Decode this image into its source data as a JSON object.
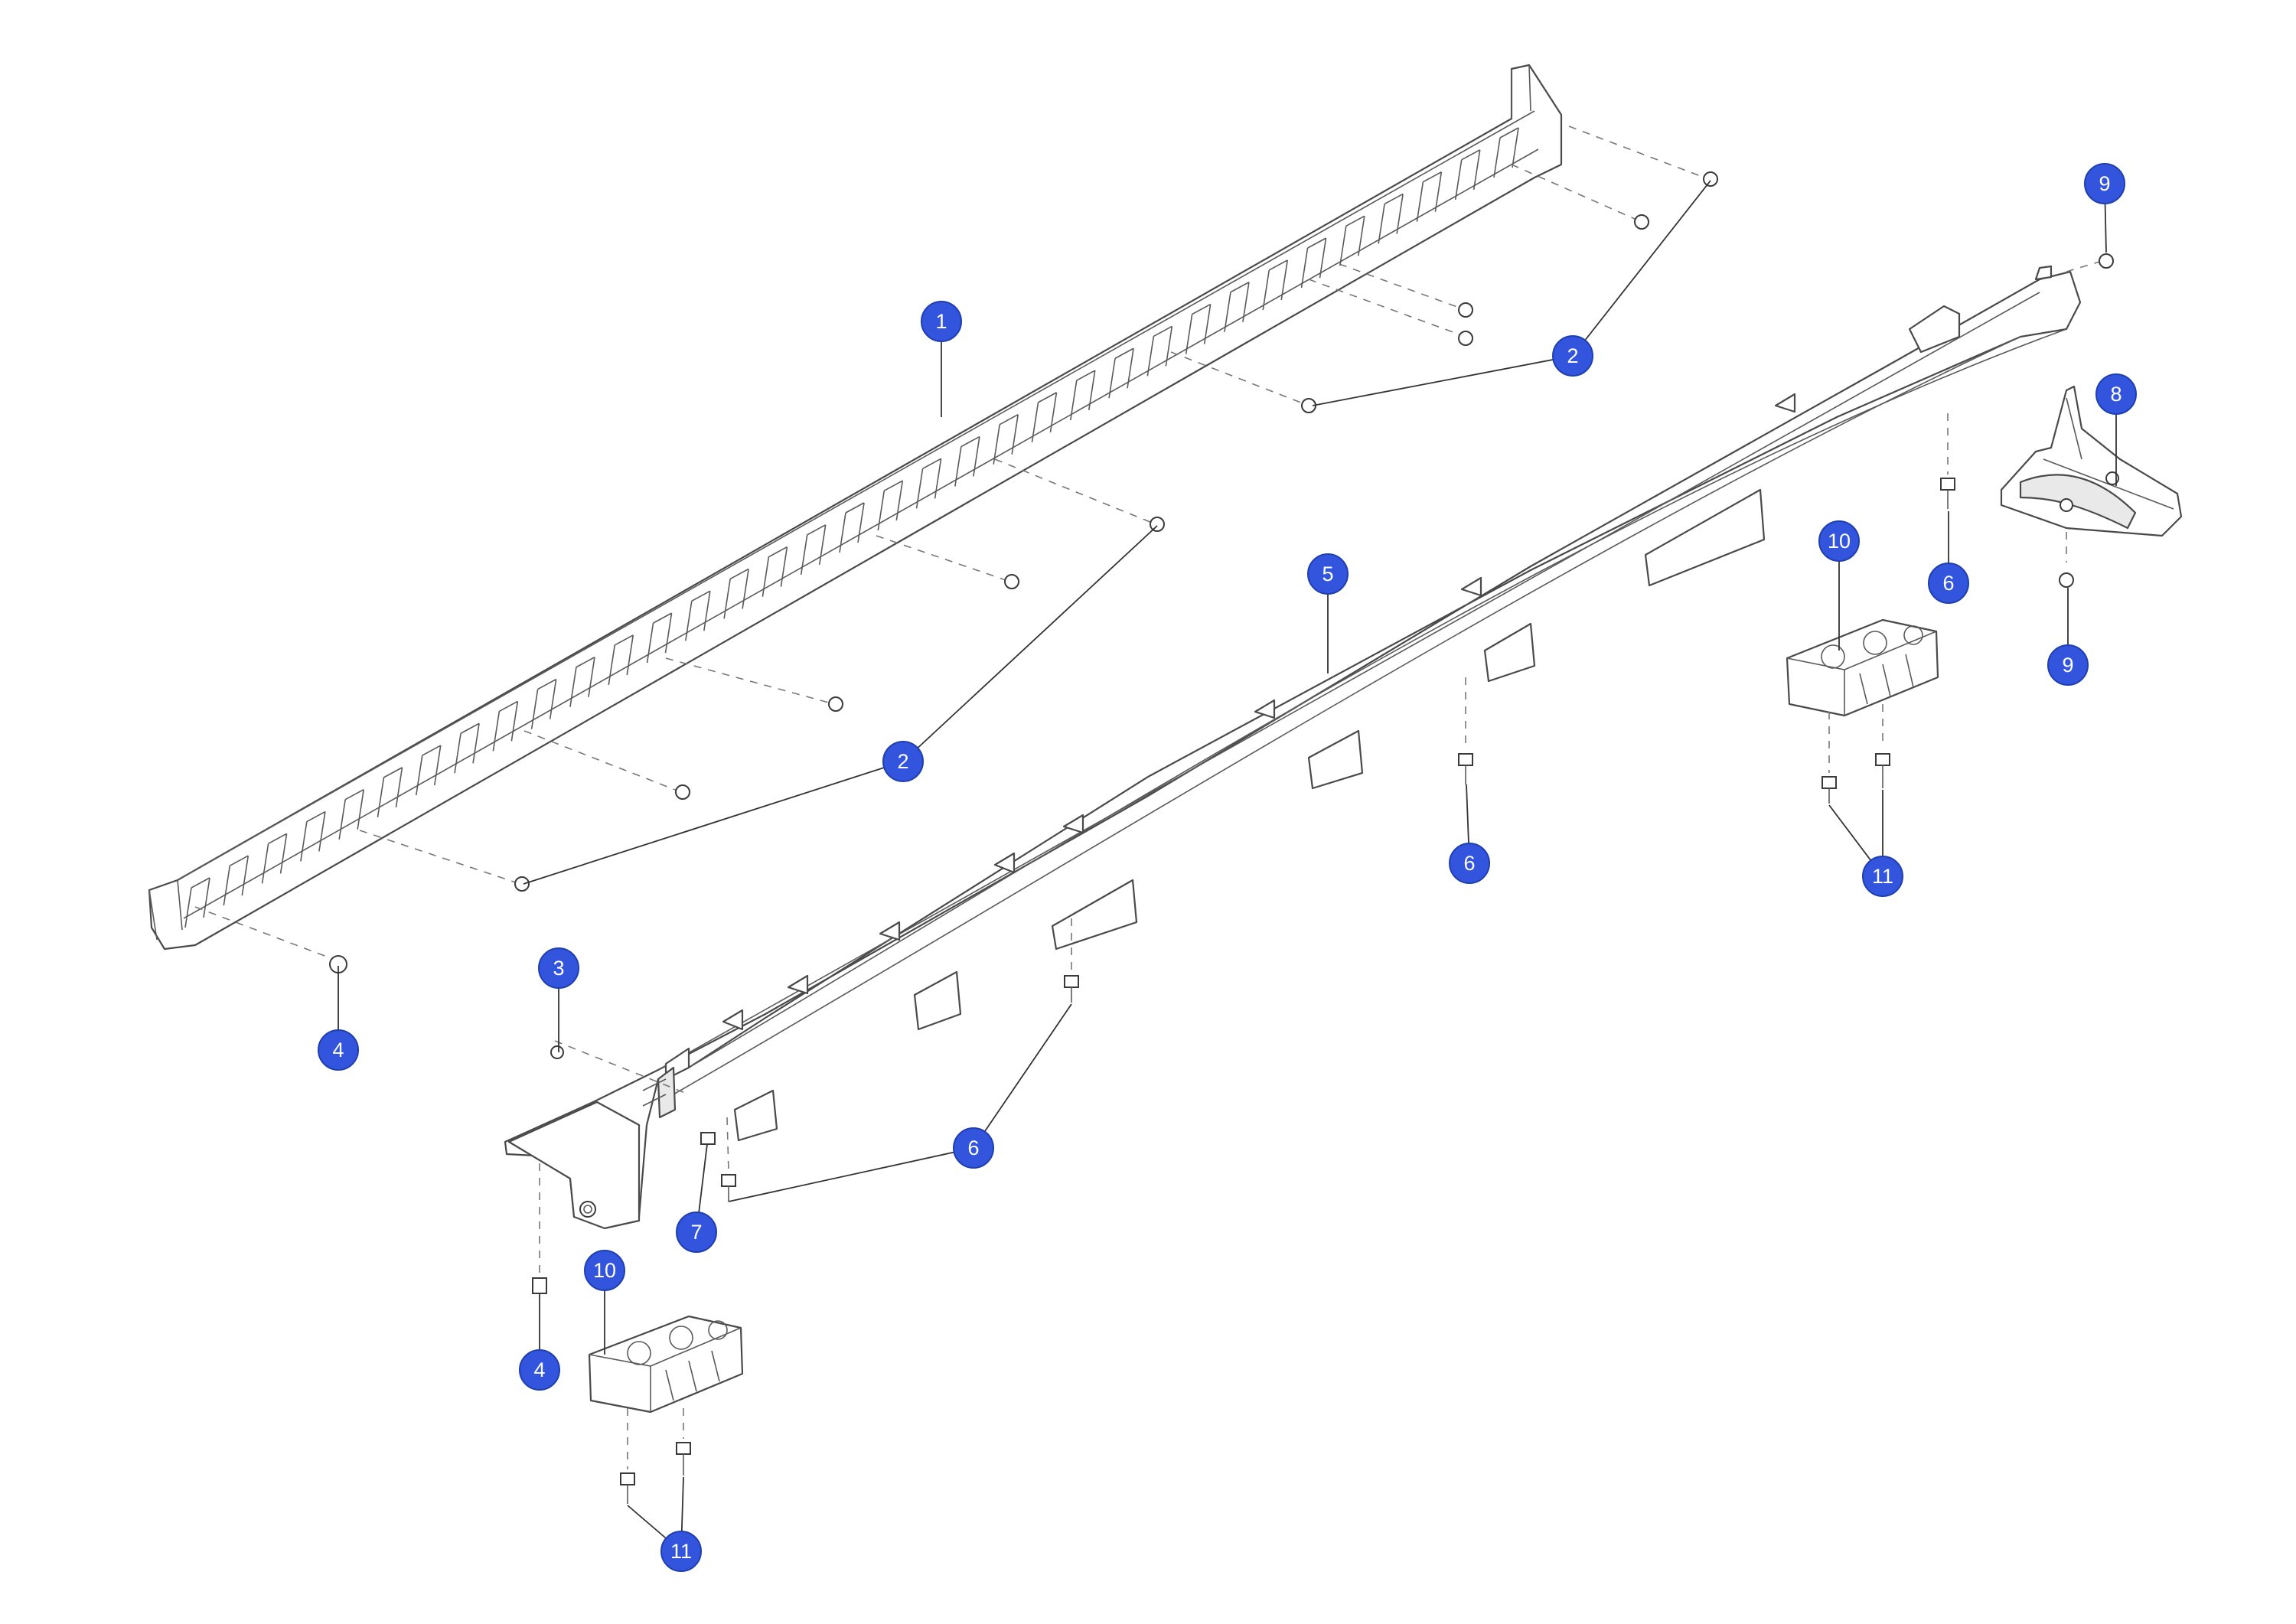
{
  "colors": {
    "callout_fill": "#3355dd",
    "line": "#4a4a4a",
    "background": "#ffffff"
  },
  "callouts": [
    {
      "id": "c1",
      "label": "1"
    },
    {
      "id": "c2a",
      "label": "2"
    },
    {
      "id": "c2b",
      "label": "2"
    },
    {
      "id": "c3",
      "label": "3"
    },
    {
      "id": "c4a",
      "label": "4"
    },
    {
      "id": "c4b",
      "label": "4"
    },
    {
      "id": "c5",
      "label": "5"
    },
    {
      "id": "c6a",
      "label": "6"
    },
    {
      "id": "c6b",
      "label": "6"
    },
    {
      "id": "c6c",
      "label": "6"
    },
    {
      "id": "c7",
      "label": "7"
    },
    {
      "id": "c8",
      "label": "8"
    },
    {
      "id": "c9a",
      "label": "9"
    },
    {
      "id": "c9b",
      "label": "9"
    },
    {
      "id": "c10a",
      "label": "10"
    },
    {
      "id": "c10b",
      "label": "10"
    },
    {
      "id": "c11a",
      "label": "11"
    },
    {
      "id": "c11b",
      "label": "11"
    }
  ]
}
